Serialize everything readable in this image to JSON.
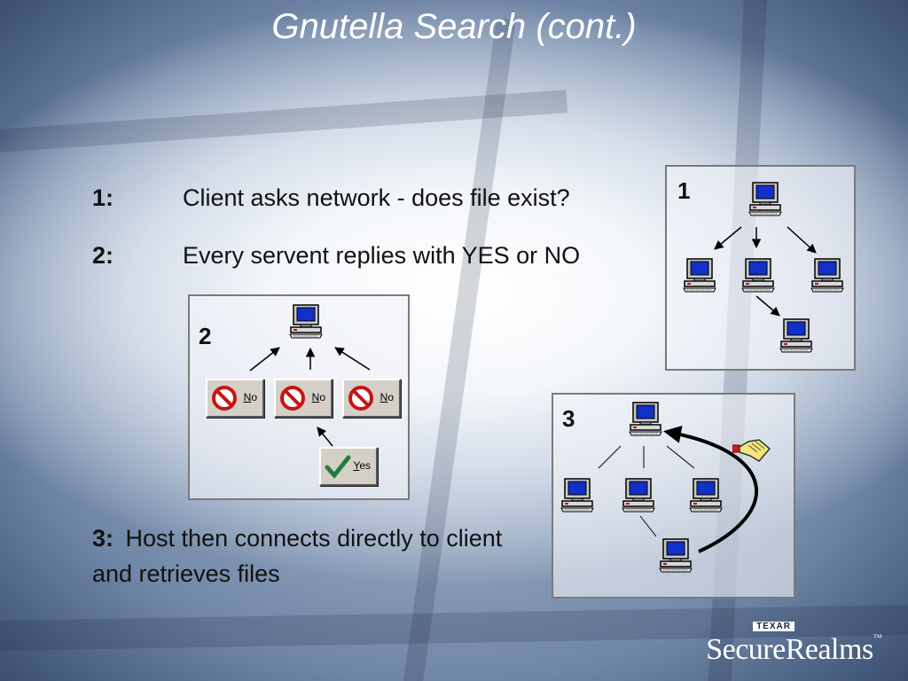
{
  "slide": {
    "title": "Gnutella Search (cont.)",
    "steps": [
      {
        "num": "1:",
        "text": "Client asks network - does file exist?"
      },
      {
        "num": "2:",
        "text": "Every servent replies with YES or NO"
      },
      {
        "num": "3:",
        "text": "Host then connects directly to client",
        "text2": "and retrieves files"
      }
    ]
  },
  "panels": [
    {
      "label": "1"
    },
    {
      "label": "2",
      "buttons": [
        {
          "type": "no",
          "label": "No"
        },
        {
          "type": "no",
          "label": "No"
        },
        {
          "type": "no",
          "label": "No"
        },
        {
          "type": "yes",
          "label": "Yes"
        }
      ]
    },
    {
      "label": "3"
    }
  ],
  "branding": {
    "top": "TEXAR",
    "name": "SecureRealms",
    "mark": "™"
  },
  "icons": [
    "computer-icon",
    "no-entry-icon",
    "checkmark-icon",
    "handshake-icon"
  ]
}
